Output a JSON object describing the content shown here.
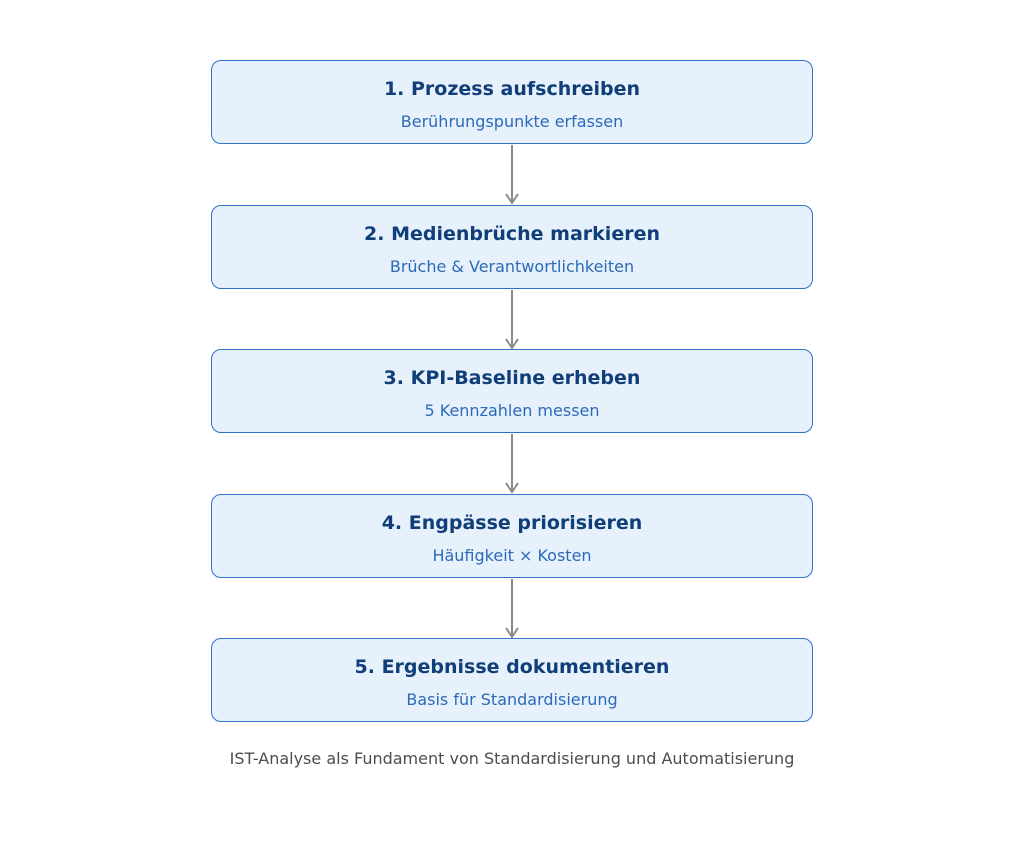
{
  "steps": [
    {
      "title": "1. Prozess aufschreiben",
      "subtitle": "Berührungspunkte erfassen"
    },
    {
      "title": "2. Medienbrüche markieren",
      "subtitle": "Brüche & Verantwortlichkeiten"
    },
    {
      "title": "3. KPI-Baseline erheben",
      "subtitle": "5 Kennzahlen messen"
    },
    {
      "title": "4. Engpässe priorisieren",
      "subtitle": "Häufigkeit × Kosten"
    },
    {
      "title": "5. Ergebnisse dokumentieren",
      "subtitle": "Basis für Standardisierung"
    }
  ],
  "caption": "IST-Analyse als Fundament von Standardisierung und Automatisierung",
  "colors": {
    "box_fill": "#e6f1fc",
    "box_border": "#2f73c4",
    "title_text": "#103e78",
    "subtitle_text": "#2c6ab8",
    "arrow": "#8a8a8a",
    "caption_text": "#4d4d4d"
  }
}
